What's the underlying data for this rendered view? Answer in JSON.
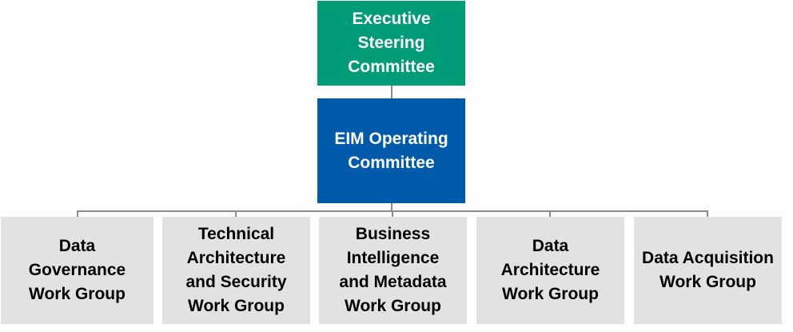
{
  "colors": {
    "executive": "#009b77",
    "operating": "#005aab",
    "work_group": "#e2e2e2",
    "connector": "#8c8c8c"
  },
  "org_chart": {
    "executive": {
      "label": "Executive\nSteering\nCommittee"
    },
    "operating": {
      "label": "EIM Operating\nCommittee"
    },
    "work_groups": [
      {
        "label": "Data\nGovernance\nWork Group"
      },
      {
        "label": "Technical\nArchitecture\nand Security\nWork Group"
      },
      {
        "label": "Business\nIntelligence\nand Metadata\nWork Group"
      },
      {
        "label": "Data\nArchitecture\nWork Group"
      },
      {
        "label": "Data Acquisition\nWork Group"
      }
    ]
  }
}
